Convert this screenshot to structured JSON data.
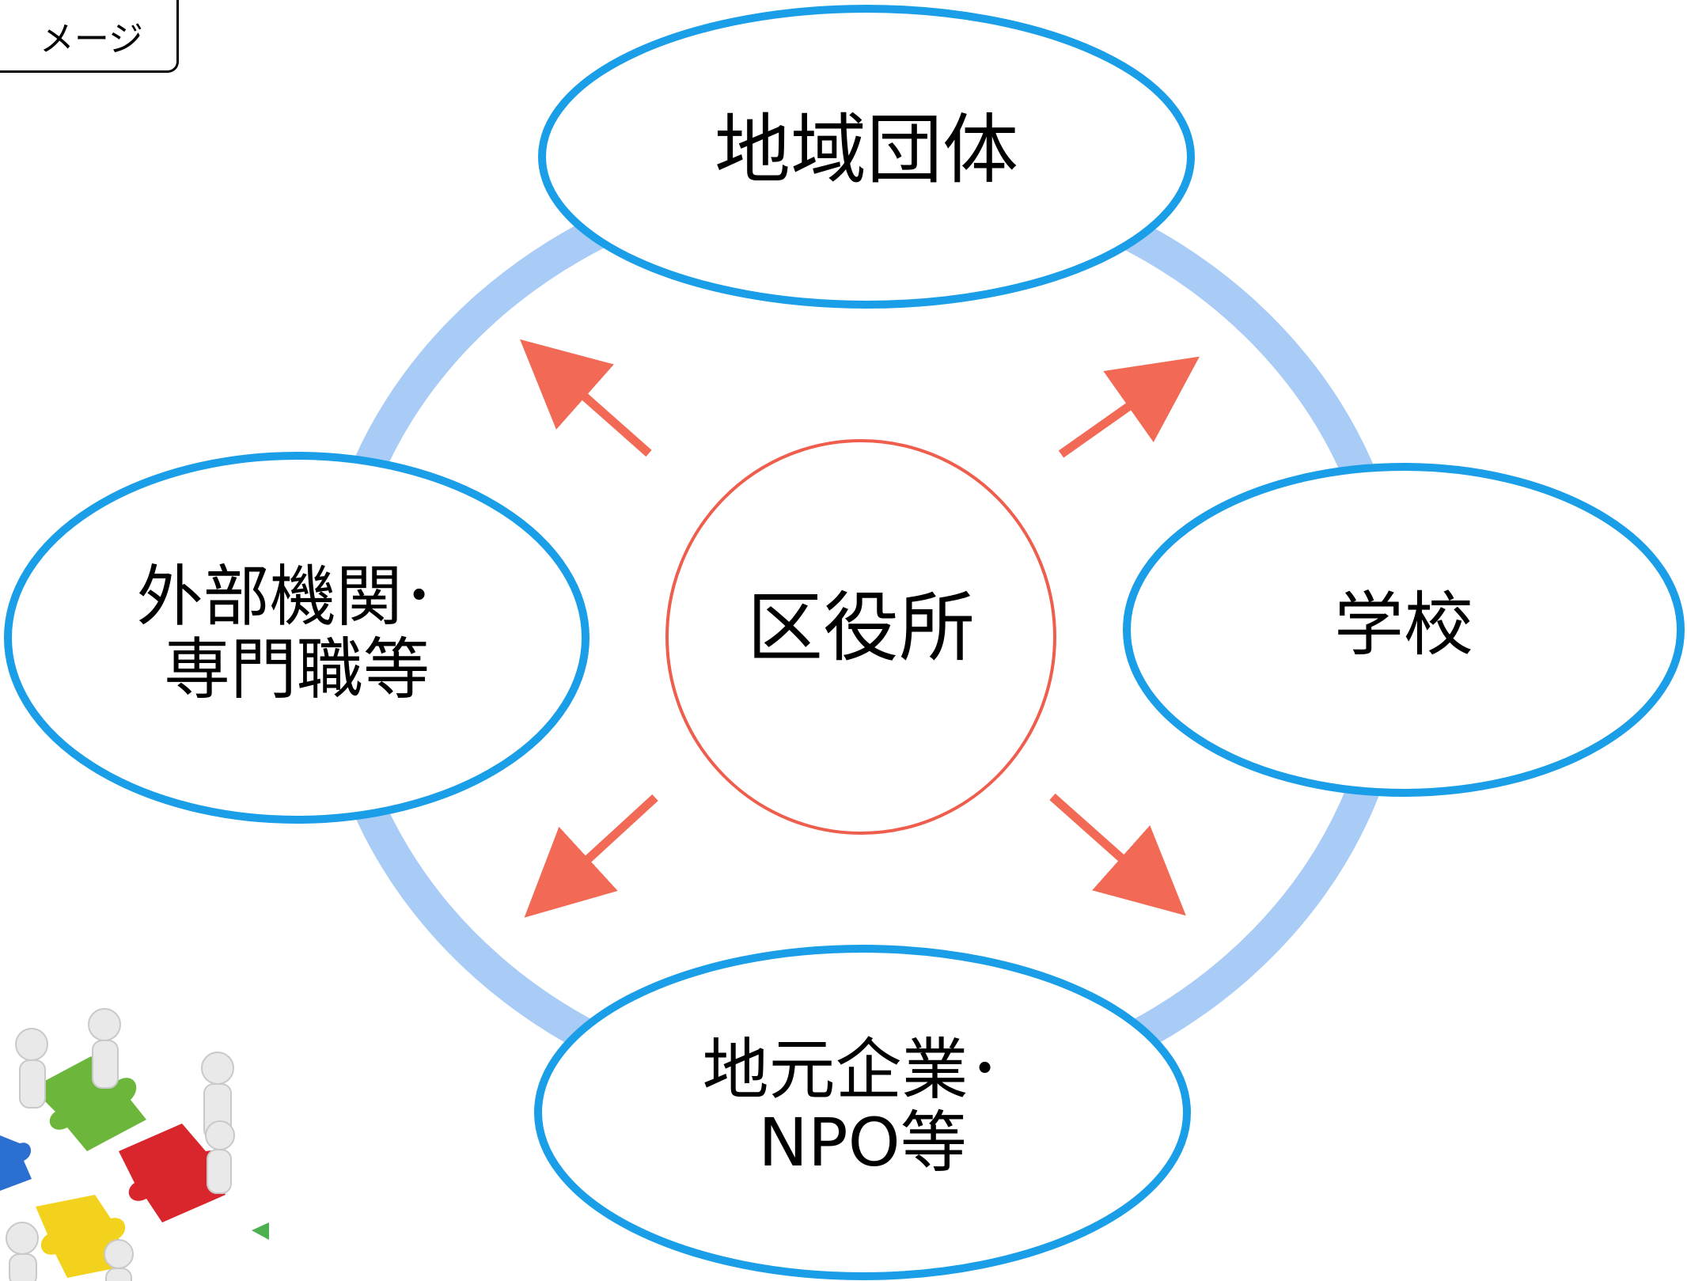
{
  "diagram": {
    "label_box": "メージ",
    "center": {
      "label": "区役所"
    },
    "nodes": {
      "top": {
        "label": "地域団体"
      },
      "right": {
        "label": "学校"
      },
      "left": {
        "lines": [
          "外部機関･",
          "専門職等"
        ]
      },
      "bottom": {
        "lines": [
          "地元企業･",
          "NPO等"
        ]
      }
    },
    "arrows_from_center": [
      "top-left",
      "top-right",
      "bottom-left",
      "bottom-right"
    ],
    "colors": {
      "node_border": "#1a9ee8",
      "ring": "#a9ccf7",
      "center_border": "#ef5d4c",
      "arrow": "#f26a55"
    },
    "illustration": {
      "icon": "people-with-puzzle-pieces-icon"
    }
  }
}
